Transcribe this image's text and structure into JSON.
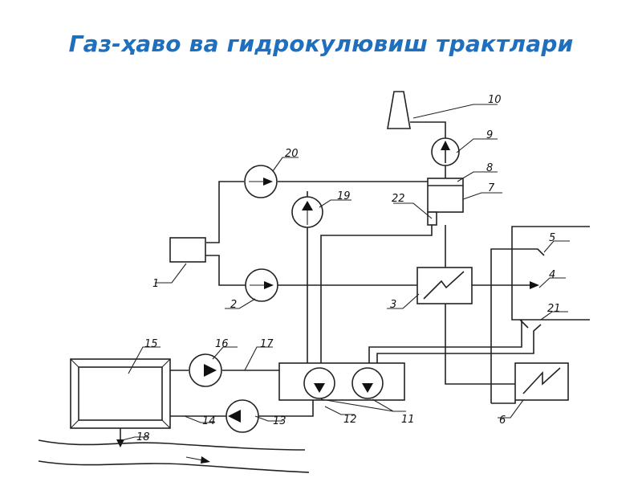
{
  "title": "Газ-ҳаво ва гидрокулювиш трактлари",
  "labels": {
    "n1": "1",
    "n2": "2",
    "n3": "3",
    "n4": "4",
    "n5": "5",
    "n6": "6",
    "n7": "7",
    "n8": "8",
    "n9": "9",
    "n10": "10",
    "n11": "11",
    "n12": "12",
    "n13": "13",
    "n14": "14",
    "n15": "15",
    "n16": "16",
    "n17": "17",
    "n18": "18",
    "n19": "19",
    "n20": "20",
    "n21": "21",
    "n22": "22"
  },
  "colors": {
    "title": "#1f6fbf",
    "lines": "#222222"
  }
}
